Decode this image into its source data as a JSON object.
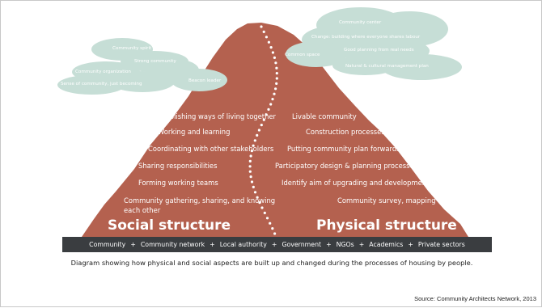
{
  "diagram": {
    "social_items": [
      "Establishing ways of living together",
      "Working and learning",
      "Coordinating with other stakeholders",
      "Sharing responsibilities",
      "Forming working teams",
      "Community gathering, sharing, and knowing",
      "each other"
    ],
    "physical_items": [
      "Livable community",
      "Construction processes",
      "Putting community plan forwards",
      "Participatory design & planning processes",
      "Identify aim of upgrading and development",
      "Community survey, mapping"
    ],
    "left_cloud": [
      "Community spirit",
      "Strong community",
      "Community organization",
      "Sense of community, just becoming",
      "Beacon leader"
    ],
    "right_cloud": [
      "Community center",
      "Change: building where everyone shares labour",
      "Common space",
      "Good planning from real needs",
      "Natural & cultural management plan"
    ],
    "social_heading": "Social structure",
    "physical_heading": "Physical structure",
    "stakeholders": [
      "Community",
      "+",
      "Community network",
      "+",
      "Local authority",
      "+",
      "Government",
      "+",
      "NGOs",
      "+",
      "Academics",
      "+",
      "Private sectors"
    ],
    "caption": "Diagram showing how physical and social aspects are  built up and changed  during the processes of housing by people.",
    "source": "Source: Community Architects Network, 2013"
  },
  "colors": {
    "mountain": "#b4614f",
    "cloud": "#c6ded6",
    "bar": "#3a3d40"
  }
}
